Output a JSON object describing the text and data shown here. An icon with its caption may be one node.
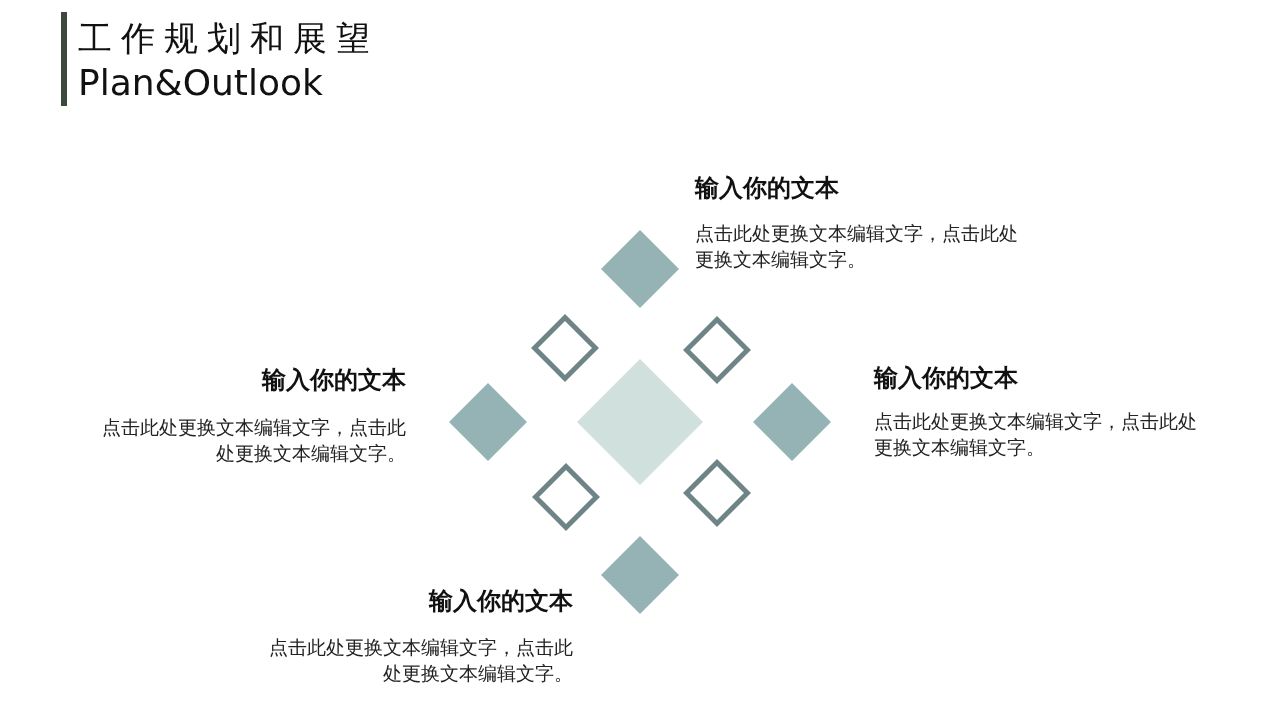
{
  "diagram": {
    "title": "工作规划和展望",
    "nodes": [
      {
        "text": [],
        "shape": "diamond",
        "beside": [
          "输入你的文本",
          "点击此处更换文本编辑文字，点击此处更换文本编辑文字。"
        ]
      },
      {
        "text": [],
        "shape": "diamond"
      },
      {
        "text": [],
        "shape": "diamond"
      },
      {
        "text": [],
        "shape": "diamond",
        "beside": [
          "输入你的文本",
          "点击此处更换文本编辑文字，点击此处更换文本编辑文字。"
        ]
      },
      {
        "text": [],
        "shape": "diamond"
      },
      {
        "text": [],
        "shape": "diamond",
        "beside": [
          "输入你的文本",
          "点击此处更换文本编辑文字，点击此处更换文本编辑文字。"
        ]
      },
      {
        "text": [],
        "shape": "diamond"
      },
      {
        "text": [],
        "shape": "diamond"
      },
      {
        "text": [],
        "shape": "diamond",
        "beside": [
          "输入你的文本",
          "点击此处更换文本编辑文字，点击此处更换文本编辑文字。"
        ]
      }
    ],
    "labels": [
      "Plan&Outlook"
    ]
  }
}
